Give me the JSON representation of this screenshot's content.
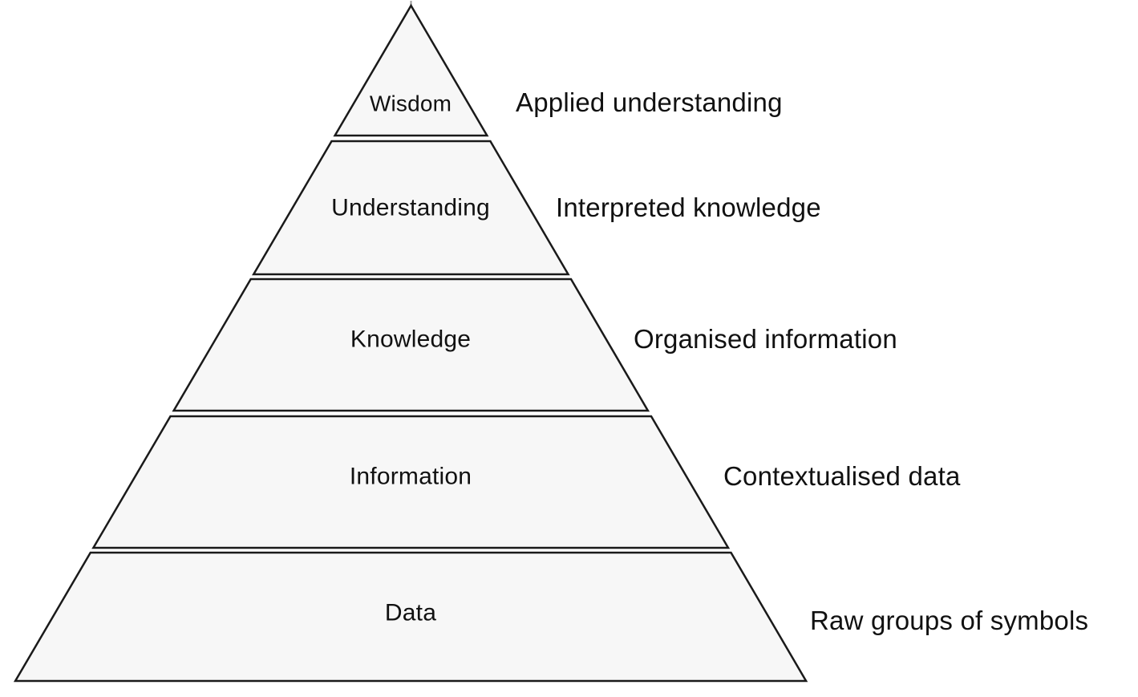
{
  "diagram_type": "pyramid",
  "levels": [
    {
      "label": "Wisdom",
      "description": "Applied understanding"
    },
    {
      "label": "Understanding",
      "description": "Interpreted knowledge"
    },
    {
      "label": "Knowledge",
      "description": "Organised information"
    },
    {
      "label": "Information",
      "description": "Contextualised data"
    },
    {
      "label": "Data",
      "description": "Raw groups of symbols"
    }
  ],
  "colors": {
    "segment_fill": "#f7f7f7",
    "segment_stroke": "#1a1a1a",
    "text": "#111111",
    "background": "#ffffff"
  }
}
